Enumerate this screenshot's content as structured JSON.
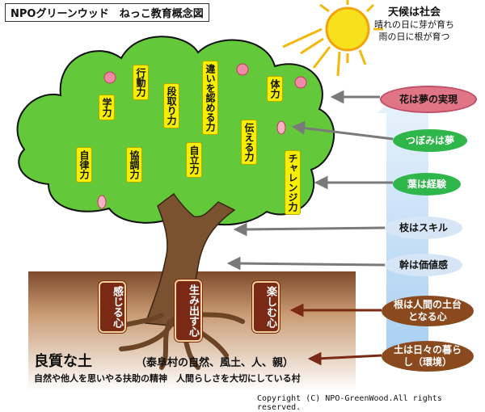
{
  "title": "NPOグリーンウッド　ねっこ教育概念図",
  "weather": {
    "title": "天候は社会",
    "line1": "晴れの日に芽が育ち",
    "line2": "雨の日に根が育つ"
  },
  "tree_tags": {
    "jiritsu": "自律力",
    "gaku": "学力",
    "koudou": "行動力",
    "kyouchou": "協調力",
    "dandori": "段取り力",
    "chigai": "違いを認める力",
    "jiritsu2": "自立力",
    "tsutaeru": "伝える力",
    "tai": "体力",
    "challenge": "チャレンジ力"
  },
  "root_hearts": {
    "kanjiru": "感じる心",
    "umidasu": "生み出す心",
    "tanoshimu": "楽しむ心"
  },
  "labels": {
    "hana": "花は夢の実現",
    "tsubomi": "つぼみは夢",
    "ha": "葉は経験",
    "eda": "枝はスキル",
    "miki": "幹は価値感",
    "ne": "根は人間の土台となる心",
    "tsuchi": "土は日々の暮らし（環境）"
  },
  "soil": {
    "title": "良質な土",
    "subtitle": "（泰阜村の自然、風土、人、親）",
    "description": "自然や他人を思いやる扶助の精神　人間らしさを大切にしている村"
  },
  "copyright": "Copyright (C) NPO-GreenWood.All rights reserved.",
  "colors": {
    "foliage": "#63c83a",
    "trunk": "#7a5230",
    "soil": "#7d4a2a",
    "tag": "#f6f000",
    "hana_pill": "#e07586",
    "green_pill": "#2fb64a",
    "blue_pill": "#d7e6f6",
    "brown_pill": "#8b4a1e",
    "sun": "#f2b90c",
    "arrow_band": "#bcdcf6"
  }
}
